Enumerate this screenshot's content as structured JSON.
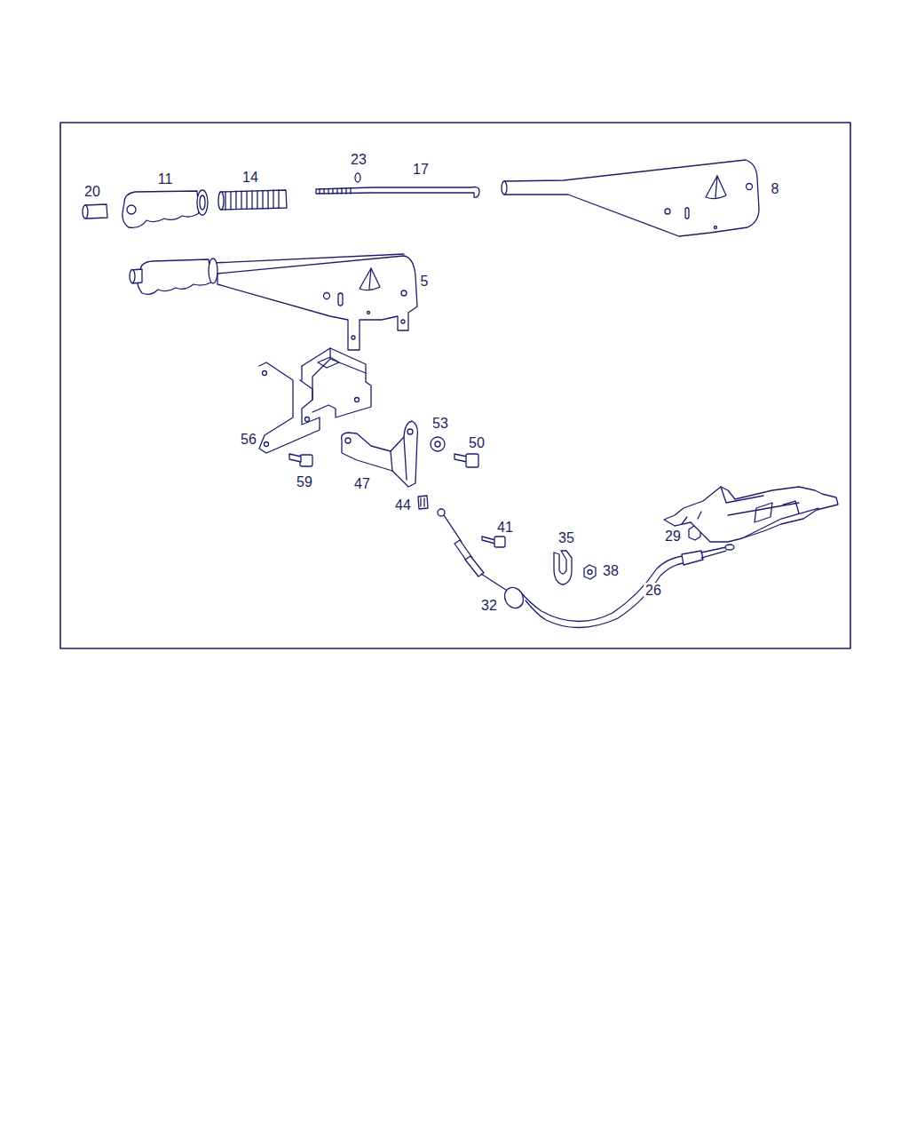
{
  "diagram": {
    "labels": [
      "23",
      "17",
      "20",
      "11",
      "14",
      "8",
      "5",
      "53",
      "50",
      "56",
      "59",
      "47",
      "41",
      "44",
      "35",
      "29",
      "38",
      "26",
      "32"
    ]
  }
}
